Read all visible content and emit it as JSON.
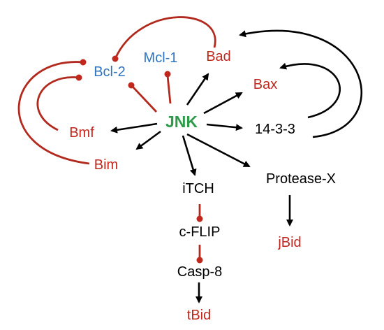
{
  "colors": {
    "hub": "#2e9a4a",
    "pro_apoptotic": "#c0281e",
    "anti_apoptotic": "#2f74c0",
    "neutral": "#000000",
    "inhibitory_line": "#b22a1e"
  },
  "nodes": {
    "jnk": "JNK",
    "mcl1": "Mcl-1",
    "bcl2": "Bcl-2",
    "bad": "Bad",
    "bax": "Bax",
    "bmf": "Bmf",
    "bim": "Bim",
    "p1433": "14-3-3",
    "protease_x": "Protease-X",
    "itch": "iTCH",
    "cflip": "c-FLIP",
    "casp8": "Casp-8",
    "jbid": "jBid",
    "tbid": "tBid"
  }
}
